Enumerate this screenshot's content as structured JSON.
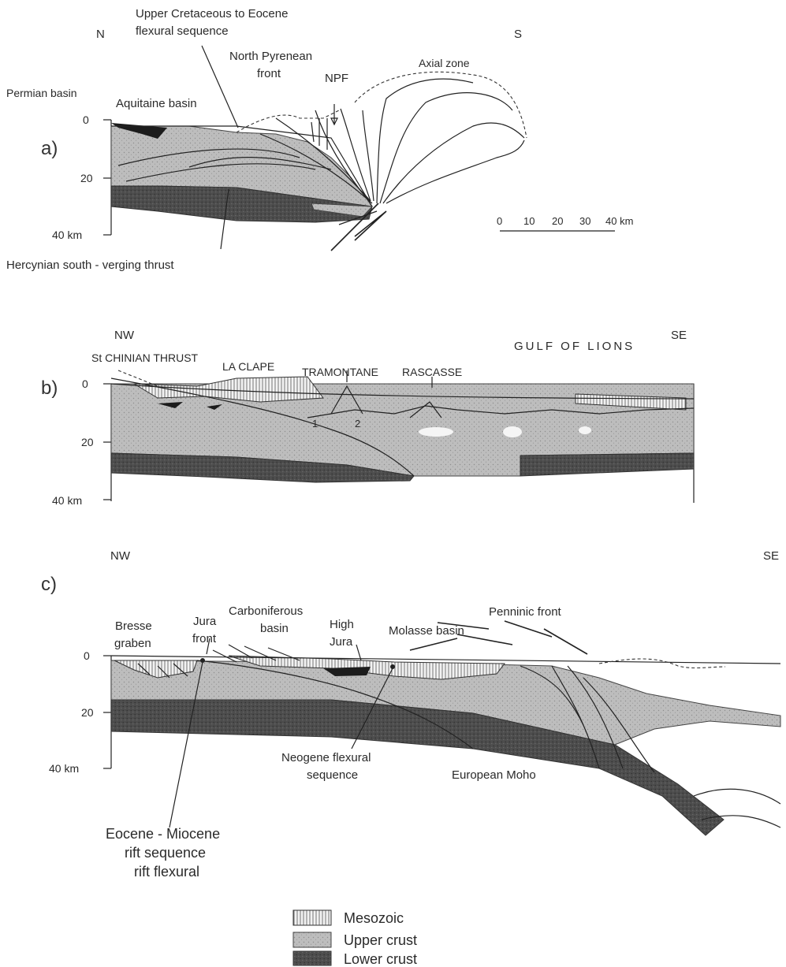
{
  "panel_a": {
    "label": "a)",
    "dir_left": "N",
    "dir_right": "S",
    "depth_ticks": [
      "0",
      "20",
      "40 km"
    ],
    "labels": {
      "upper_cretaceous_1": "Upper Cretaceous to Eocene",
      "upper_cretaceous_2": "flexural sequence",
      "north_pyrenean_1": "North Pyrenean",
      "north_pyrenean_2": "front",
      "npf": "NPF",
      "axial_zone": "Axial zone",
      "permian_basin": "Permian basin",
      "aquitaine_basin": "Aquitaine basin",
      "hercynian": "Hercynian south - verging thrust"
    },
    "scale_bar": [
      "0",
      "10",
      "20",
      "30",
      "40 km"
    ]
  },
  "panel_b": {
    "label": "b)",
    "dir_left": "NW",
    "dir_right": "SE",
    "depth_ticks": [
      "0",
      "20",
      "40 km"
    ],
    "labels": {
      "gulf": "GULF OF LIONS",
      "st_chinian": "St CHINIAN THRUST",
      "la_clape": "LA CLAPE",
      "tramontane": "TRAMONTANE",
      "rascasse": "RASCASSE",
      "num1": "1",
      "num2": "2"
    }
  },
  "panel_c": {
    "label": "c)",
    "dir_left": "NW",
    "dir_right": "SE",
    "depth_ticks": [
      "0",
      "20",
      "40 km"
    ],
    "labels": {
      "bresse_1": "Bresse",
      "bresse_2": "graben",
      "jura_front_1": "Jura",
      "jura_front_2": "front",
      "carboniferous_1": "Carboniferous",
      "carboniferous_2": "basin",
      "high_jura_1": "High",
      "high_jura_2": "Jura",
      "molasse": "Molasse basin",
      "penninic": "Penninic front",
      "neogene_1": "Neogene flexural",
      "neogene_2": "sequence",
      "european_moho": "European Moho",
      "eocene_1": "Eocene - Miocene",
      "eocene_2": "rift sequence",
      "eocene_3": "rift flexural"
    }
  },
  "legend": [
    {
      "label": "Mesozoic",
      "pattern": "vertical-hatch"
    },
    {
      "label": "Upper crust",
      "pattern": "light-stipple"
    },
    {
      "label": "Lower crust",
      "pattern": "dark-stipple"
    }
  ],
  "colors": {
    "upper_crust": "#b8b8b8",
    "lower_crust": "#4a4a4a",
    "mesozoic_bg": "#efefef",
    "black_basin": "#1c1c1c"
  }
}
